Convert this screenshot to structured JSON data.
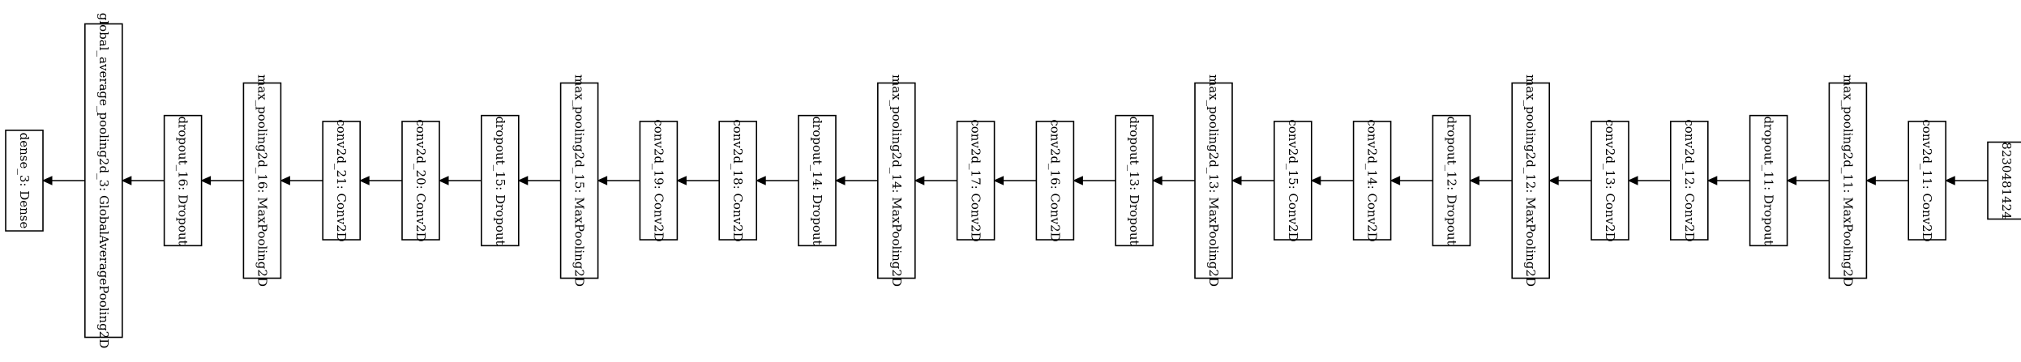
{
  "nodes": [
    {
      "id": "n0",
      "label": "dense_3: Dense"
    },
    {
      "id": "n1",
      "label": "global_average_pooling2d_3: GlobalAveragePooling2D"
    },
    {
      "id": "n2",
      "label": "dropout_16: Dropout"
    },
    {
      "id": "n3",
      "label": "max_pooling2d_16: MaxPooling2D"
    },
    {
      "id": "n4",
      "label": "conv2d_21: Conv2D"
    },
    {
      "id": "n5",
      "label": "conv2d_20: Conv2D"
    },
    {
      "id": "n6",
      "label": "dropout_15: Dropout"
    },
    {
      "id": "n7",
      "label": "max_pooling2d_15: MaxPooling2D"
    },
    {
      "id": "n8",
      "label": "conv2d_19: Conv2D"
    },
    {
      "id": "n9",
      "label": "conv2d_18: Conv2D"
    },
    {
      "id": "n10",
      "label": "dropout_14: Dropout"
    },
    {
      "id": "n11",
      "label": "max_pooling2d_14: MaxPooling2D"
    },
    {
      "id": "n12",
      "label": "conv2d_17: Conv2D"
    },
    {
      "id": "n13",
      "label": "conv2d_16: Conv2D"
    },
    {
      "id": "n14",
      "label": "dropout_13: Dropout"
    },
    {
      "id": "n15",
      "label": "max_pooling2d_13: MaxPooling2D"
    },
    {
      "id": "n16",
      "label": "conv2d_15: Conv2D"
    },
    {
      "id": "n17",
      "label": "conv2d_14: Conv2D"
    },
    {
      "id": "n18",
      "label": "dropout_12: Dropout"
    },
    {
      "id": "n19",
      "label": "max_pooling2d_12: MaxPooling2D"
    },
    {
      "id": "n20",
      "label": "conv2d_13: Conv2D"
    },
    {
      "id": "n21",
      "label": "conv2d_12: Conv2D"
    },
    {
      "id": "n22",
      "label": "dropout_11: Dropout"
    },
    {
      "id": "n23",
      "label": "max_pooling2d_11: MaxPooling2D"
    },
    {
      "id": "n24",
      "label": "conv2d_11: Conv2D"
    },
    {
      "id": "n25",
      "label": "8230481424"
    }
  ],
  "edges": [
    {
      "from": "n25",
      "to": "n24"
    },
    {
      "from": "n24",
      "to": "n23"
    },
    {
      "from": "n23",
      "to": "n22"
    },
    {
      "from": "n22",
      "to": "n21"
    },
    {
      "from": "n21",
      "to": "n20"
    },
    {
      "from": "n20",
      "to": "n19"
    },
    {
      "from": "n19",
      "to": "n18"
    },
    {
      "from": "n18",
      "to": "n17"
    },
    {
      "from": "n17",
      "to": "n16"
    },
    {
      "from": "n16",
      "to": "n15"
    },
    {
      "from": "n15",
      "to": "n14"
    },
    {
      "from": "n14",
      "to": "n13"
    },
    {
      "from": "n13",
      "to": "n12"
    },
    {
      "from": "n12",
      "to": "n11"
    },
    {
      "from": "n11",
      "to": "n10"
    },
    {
      "from": "n10",
      "to": "n9"
    },
    {
      "from": "n9",
      "to": "n8"
    },
    {
      "from": "n8",
      "to": "n7"
    },
    {
      "from": "n7",
      "to": "n6"
    },
    {
      "from": "n6",
      "to": "n5"
    },
    {
      "from": "n5",
      "to": "n4"
    },
    {
      "from": "n4",
      "to": "n3"
    },
    {
      "from": "n3",
      "to": "n2"
    },
    {
      "from": "n2",
      "to": "n1"
    },
    {
      "from": "n1",
      "to": "n0"
    }
  ]
}
